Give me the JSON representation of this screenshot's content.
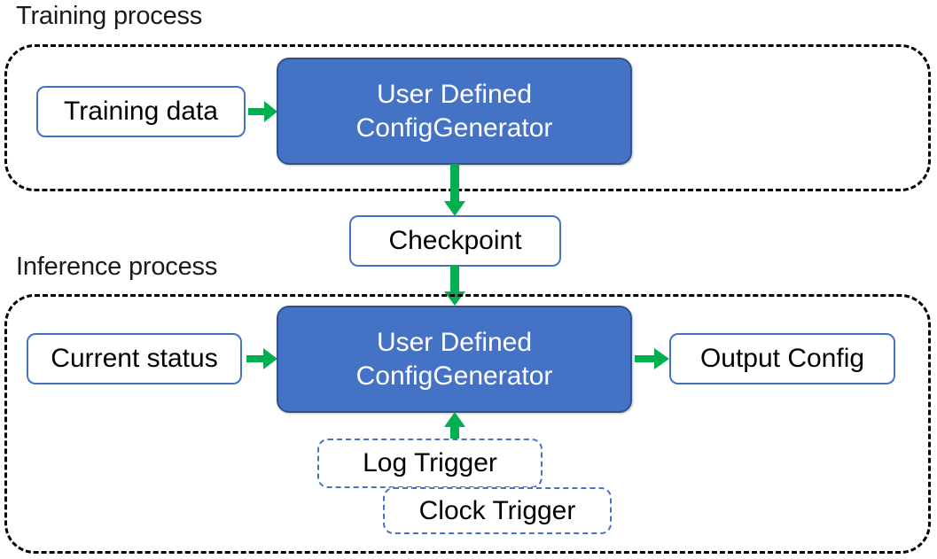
{
  "diagram": {
    "title_training": "Training process",
    "title_inference": "Inference process",
    "colors": {
      "accent_blue": "#4472C4",
      "accent_blue_border": "#2F528F",
      "arrow_green": "#00B050",
      "container_border": "#000000",
      "text_dark": "#000000",
      "text_light": "#FFFFFF"
    }
  },
  "training": {
    "label": "Training process",
    "nodes": {
      "training_data": "Training data",
      "config_generator": "User Defined\nConfigGenerator",
      "config_generator_line1": "User Defined",
      "config_generator_line2": "ConfigGenerator"
    }
  },
  "intermediate": {
    "checkpoint": "Checkpoint"
  },
  "inference": {
    "label": "Inference process",
    "nodes": {
      "current_status": "Current status",
      "config_generator_line1": "User Defined",
      "config_generator_line2": "ConfigGenerator",
      "output_config": "Output Config",
      "log_trigger": "Log Trigger",
      "clock_trigger": "Clock Trigger"
    }
  },
  "arrows": [
    {
      "name": "training-data-to-generator",
      "direction": "right"
    },
    {
      "name": "generator-to-checkpoint",
      "direction": "down"
    },
    {
      "name": "checkpoint-to-inference-generator",
      "direction": "down"
    },
    {
      "name": "current-status-to-generator",
      "direction": "right"
    },
    {
      "name": "generator-to-output-config",
      "direction": "right"
    },
    {
      "name": "triggers-to-generator",
      "direction": "up"
    }
  ]
}
